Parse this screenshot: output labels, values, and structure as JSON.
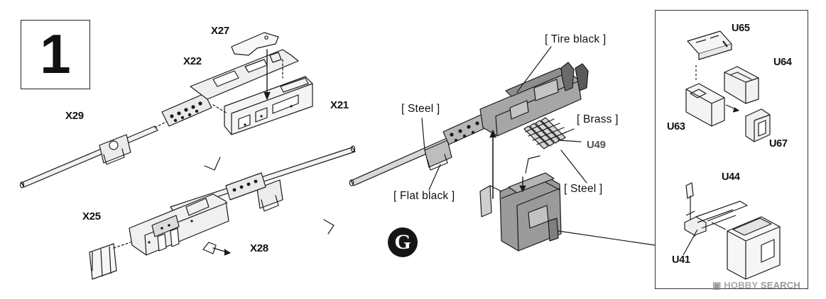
{
  "step_number": "1",
  "badge_letter": "G",
  "part_labels": {
    "x27": "X27",
    "x22": "X22",
    "x21": "X21",
    "x29": "X29",
    "x25": "X25",
    "x28": "X28",
    "u49": "U49"
  },
  "finish_labels": {
    "tire_black": "[ Tire black ]",
    "steel_barrel": "[ Steel ]",
    "brass": "[ Brass ]",
    "flat_black": "[ Flat black ]",
    "steel_belt": "[ Steel ]"
  },
  "inset_labels": {
    "u65": "U65",
    "u64": "U64",
    "u63": "U63",
    "u67": "U67",
    "u44": "U44",
    "u41": "U41"
  },
  "watermark": {
    "brand": "HOBBY",
    "suffix": "SEARCH"
  },
  "colors": {
    "line": "#1a1a1a",
    "metal_fill": "#e9e9e9",
    "dark_fill": "#9a9a9a",
    "badge": "#151515",
    "watermark": "#9a9a9a"
  }
}
